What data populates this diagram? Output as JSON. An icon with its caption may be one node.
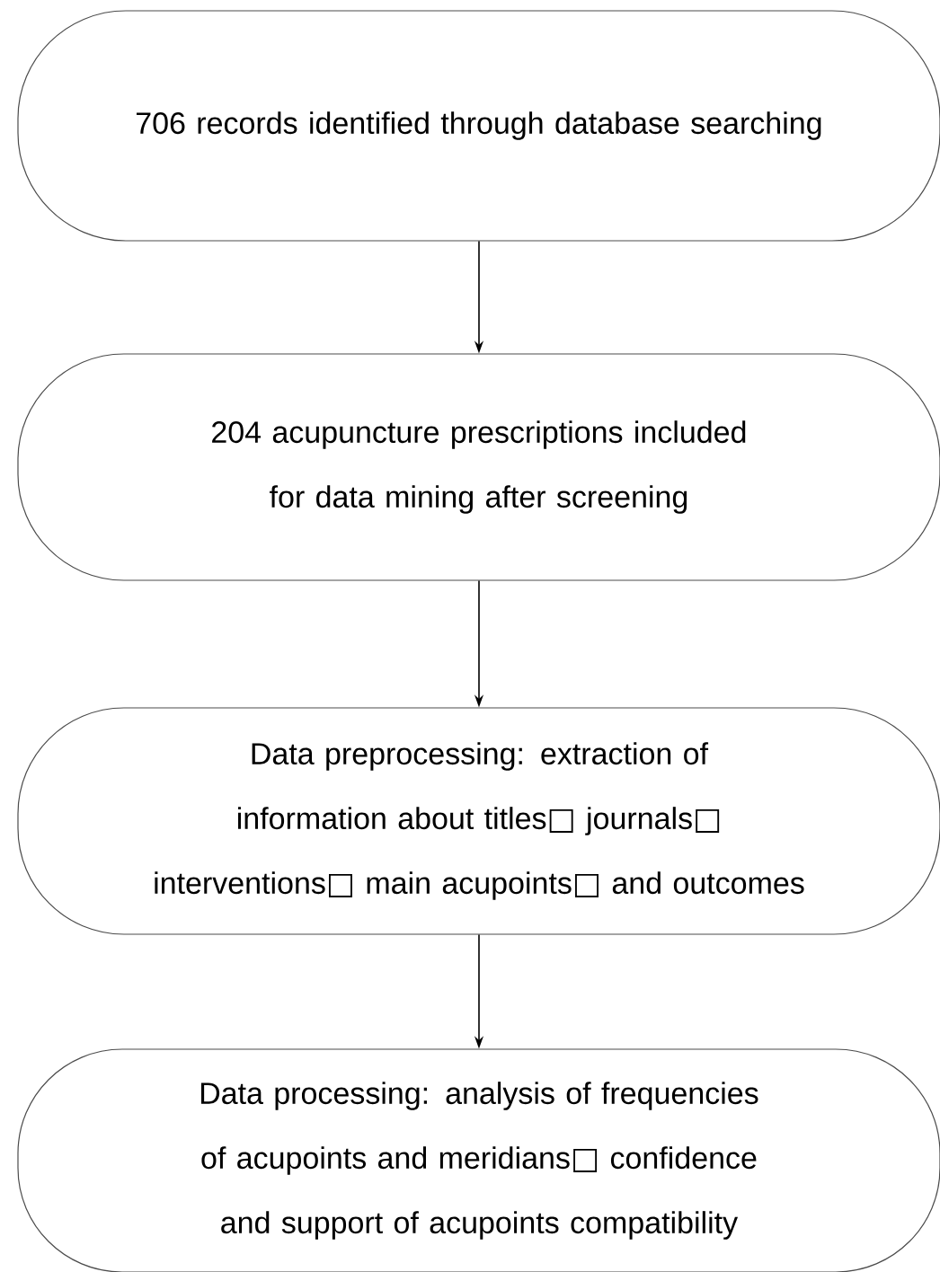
{
  "diagram": {
    "nodes": [
      {
        "text": [
          "706 records identified through database searching"
        ]
      },
      {
        "text": [
          "204 acupuncture prescriptions included for data mining after screening"
        ]
      },
      {
        "text": [
          "Data preprocessing: extraction of information about titles□ journals□ interventions□ main acupoints□ and outcomes"
        ]
      },
      {
        "text": [
          "Data processing: analysis of frequencies of acupoints and meridians□ confidence and support of acupoints compatibility"
        ]
      }
    ],
    "edges": [
      {
        "from": 0,
        "to": 1,
        "arrow": "to"
      },
      {
        "from": 1,
        "to": 2,
        "arrow": "to"
      },
      {
        "from": 2,
        "to": 3,
        "arrow": "to"
      }
    ]
  }
}
